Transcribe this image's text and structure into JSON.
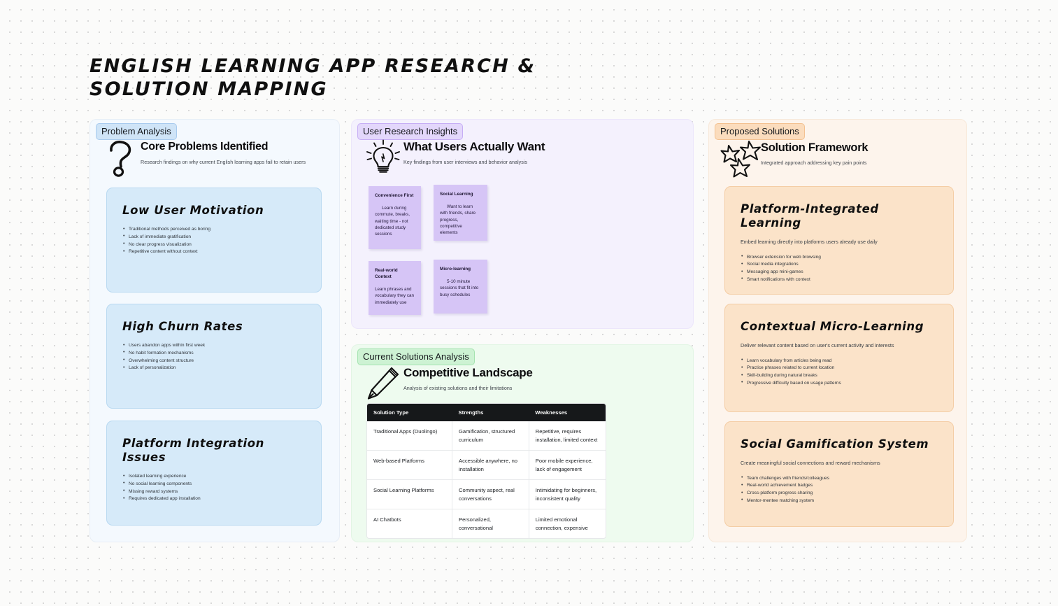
{
  "board": {
    "title": "ENGLISH LEARNING APP RESEARCH & SOLUTION MAPPING"
  },
  "panels": {
    "problem": {
      "pill": "Problem Analysis",
      "icon": "question-mark-icon",
      "title": "Core Problems Identified",
      "subtitle": "Research findings on why current English learning apps fail to retain users",
      "cards": [
        {
          "title": "Low User Motivation",
          "bullets": [
            "Traditional methods perceived as boring",
            "Lack of immediate gratification",
            "No clear progress visualization",
            "Repetitive content without context"
          ]
        },
        {
          "title": "High Churn Rates",
          "bullets": [
            "Users abandon apps within first week",
            "No habit formation mechanisms",
            "Overwhelming content structure",
            "Lack of personalization"
          ]
        },
        {
          "title": "Platform Integration Issues",
          "bullets": [
            "Isolated learning experience",
            "No social learning components",
            "Missing reward systems",
            "Requires dedicated app installation"
          ]
        }
      ]
    },
    "research": {
      "pill": "User Research Insights",
      "icon": "lightbulb-icon",
      "title": "What Users Actually Want",
      "subtitle": "Key findings from user interviews and behavior analysis",
      "notes": [
        {
          "title": "Convenience First",
          "body": "Learn during commute, breaks, waiting time - not dedicated study sessions"
        },
        {
          "title": "Social Learning",
          "body": "Want to learn with friends, share progress, competitive elements"
        },
        {
          "title": "Real-world Context",
          "body": "Learn phrases and vocabulary they can immediately use"
        },
        {
          "title": "Micro-learning",
          "body": "5-10 minute sessions that fit into busy schedules"
        }
      ]
    },
    "current": {
      "pill": "Current Solutions Analysis",
      "icon": "pencil-icon",
      "title": "Competitive Landscape",
      "subtitle": "Analysis of existing solutions and their limitations",
      "table": {
        "headers": [
          "Solution Type",
          "Strengths",
          "Weaknesses"
        ],
        "rows": [
          {
            "type": "Traditional Apps (Duolingo)",
            "strengths": "Gamification, structured curriculum",
            "weaknesses": "Repetitive, requires installation, limited context"
          },
          {
            "type": "Web-based Platforms",
            "strengths": "Accessible anywhere, no installation",
            "weaknesses": "Poor mobile experience, lack of engagement"
          },
          {
            "type": "Social Learning Platforms",
            "strengths": "Community aspect, real conversations",
            "weaknesses": "Intimidating for beginners, inconsistent quality"
          },
          {
            "type": "AI Chatbots",
            "strengths": "Personalized, conversational",
            "weaknesses": "Limited emotional connection, expensive"
          }
        ]
      }
    },
    "solutions": {
      "pill": "Proposed Solutions",
      "icon": "stars-icon",
      "title": "Solution Framework",
      "subtitle": "Integrated approach addressing key pain points",
      "cards": [
        {
          "title": "Platform-Integrated Learning",
          "desc": "Embed learning directly into platforms users already use daily",
          "bullets": [
            "Browser extension for web browsing",
            "Social media integrations",
            "Messaging app mini-games",
            "Smart notifications with context"
          ]
        },
        {
          "title": "Contextual Micro-Learning",
          "desc": "Deliver relevant content based on user's current activity and interests",
          "bullets": [
            "Learn vocabulary from articles being read",
            "Practice phrases related to current location",
            "Skill-building during natural breaks",
            "Progressive difficulty based on usage patterns"
          ]
        },
        {
          "title": "Social Gamification System",
          "desc": "Create meaningful social connections and reward mechanisms",
          "bullets": [
            "Team challenges with friends/colleagues",
            "Real-world achievement badges",
            "Cross-platform progress sharing",
            "Mentor-mentee matching system"
          ]
        }
      ]
    }
  },
  "colors": {
    "problem_panel": "#f4f9fe",
    "problem_card": "#d6eaf9",
    "research_panel": "#f4f1fd",
    "sticky": "#d6c5f6",
    "current_panel": "#eefbef",
    "solutions_panel": "#fdf4ec",
    "solutions_card": "#fbe3c9",
    "table_header": "#16181a"
  }
}
